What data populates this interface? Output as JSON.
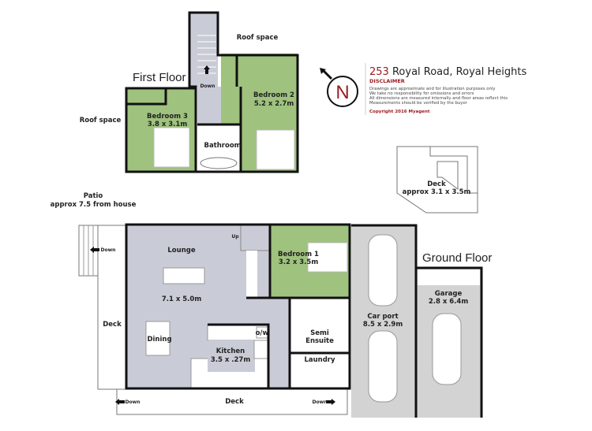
{
  "title": {
    "number": "253",
    "address": "Royal Road, Royal Heights"
  },
  "disclaimer": {
    "heading": "DISCLAIMER",
    "lines": [
      "Drawings are approximate and for illustration purposes only",
      "We take no responsibility for omissions and errors",
      "All dimensions are measured internally and floor areas reflect this",
      "Measurements should be verified by the buyer"
    ],
    "copyright": "Copyright 2016   Myagent"
  },
  "compass": {
    "letter": "N"
  },
  "first_floor": {
    "title": "First Floor",
    "roof_space_top": "Roof space",
    "roof_space_left": "Roof space",
    "stairs_label": "Down",
    "bedroom2": {
      "name": "Bedroom 2",
      "size": "5.2 x 2.7m"
    },
    "bedroom3": {
      "name": "Bedroom 3",
      "size": "3.8 x 3.1m"
    },
    "bathroom": {
      "name": "Bathroom"
    }
  },
  "ground_floor": {
    "title": "Ground Floor",
    "patio": {
      "name": "Patio",
      "note": "approx 7.5 from house"
    },
    "upper_deck": {
      "name": "Deck",
      "size": "approx 3.1 x 3.5m"
    },
    "lounge": {
      "name": "Lounge",
      "size": "7.1 x 5.0m"
    },
    "stairs_up": "Up",
    "bedroom1": {
      "name": "Bedroom 1",
      "size": "3.2 x 3.5m"
    },
    "dining": "Dining",
    "kitchen": {
      "name": "Kitchen",
      "size": "3.5 x .27m"
    },
    "semi_ensuite": {
      "line1": "Semi",
      "line2": "Ensuite"
    },
    "laundry": "Laundry",
    "deck_left": "Deck",
    "deck_bottom": "Deck",
    "down_left": "Down",
    "down_bottom_left": "Down",
    "down_bottom_right": "Down",
    "carport": {
      "name": "Car port",
      "size": "8.5 x 2.9m"
    },
    "garage": {
      "name": "Garage",
      "size": "2.8 x 6.4m"
    },
    "oven_label": "o/w"
  },
  "colors": {
    "bedroom": "#9fc27e",
    "living": "#c9ccd6",
    "carport": "#d3d3d3",
    "accent": "#9b1c22"
  }
}
